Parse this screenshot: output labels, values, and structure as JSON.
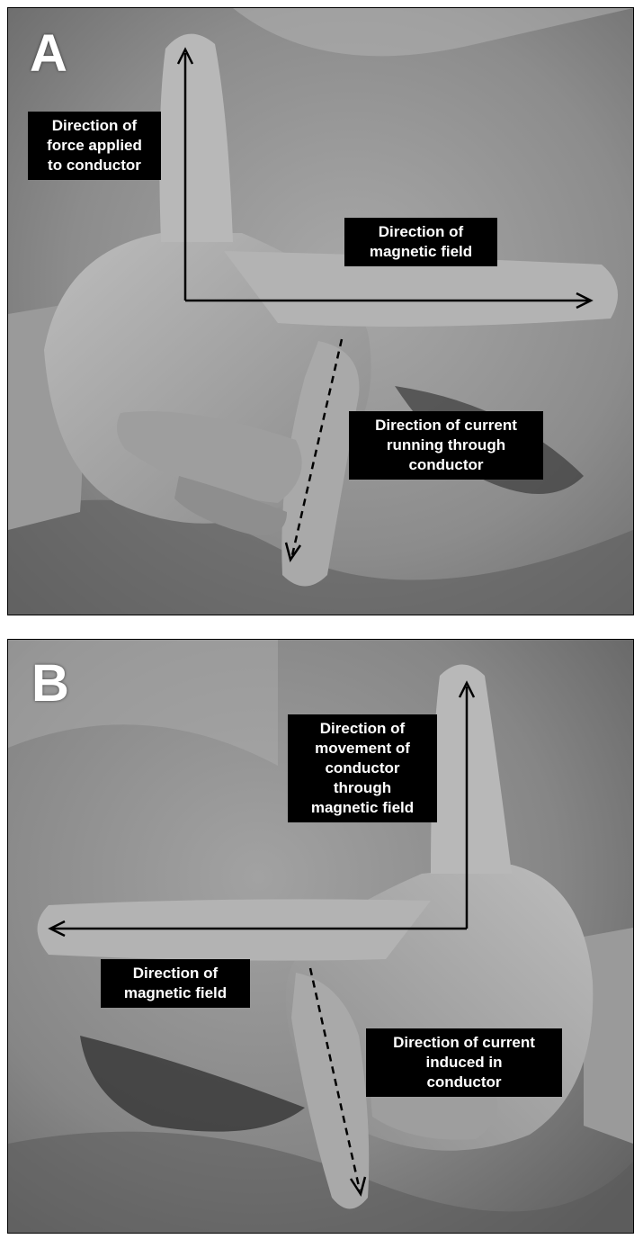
{
  "panel_a": {
    "letter": "A",
    "labels": {
      "force": "Direction of\nforce applied\nto conductor",
      "field": "Direction of\nmagnetic field",
      "current": "Direction of current\nrunning through\nconductor"
    }
  },
  "panel_b": {
    "letter": "B",
    "labels": {
      "movement": "Direction of\nmovement of\nconductor\nthrough\nmagnetic field",
      "field": "Direction of\nmagnetic field",
      "current": "Direction of current\ninduced in\nconductor"
    }
  }
}
